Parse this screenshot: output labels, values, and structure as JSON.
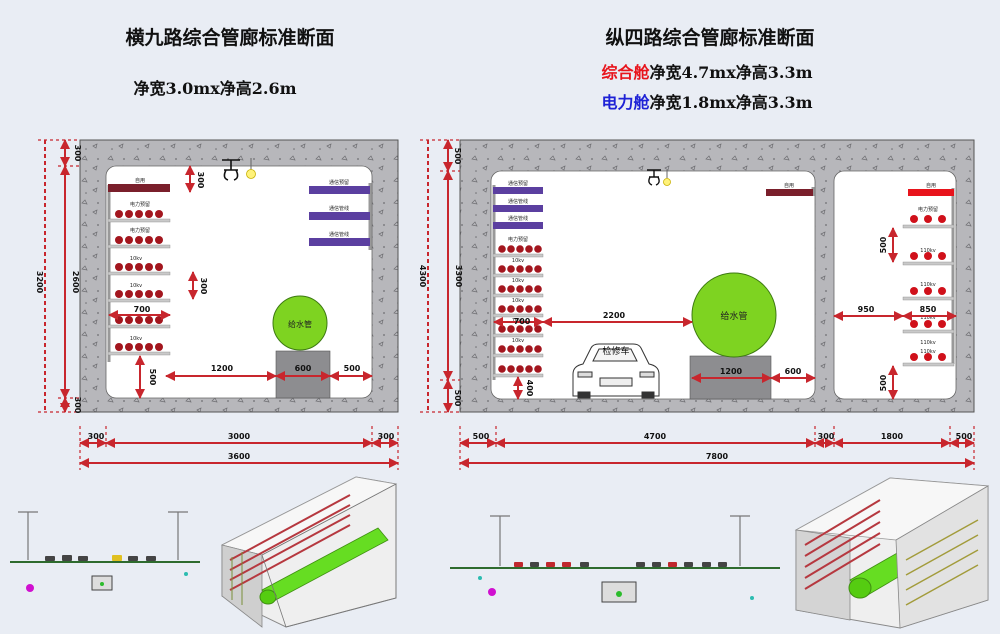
{
  "left": {
    "title": "横九路综合管廊标准断面",
    "subtitle": "净宽3.0mx净高2.6m",
    "dims": {
      "top_slab": "300",
      "bottom_slab": "300",
      "outer_height": "3200",
      "inner_height": "2600",
      "hook_drop": "300",
      "shelf_spacing": "300",
      "shelf_depth": "700",
      "bracket_height": "500",
      "aisle": "1200",
      "pedestal_width": "600",
      "pedestal_gap": "500",
      "wall_left": "300",
      "clear_width": "3000",
      "wall_right": "300",
      "total_width": "3600"
    },
    "labels": {
      "self_use": "自用",
      "power_reserve_1": "电力预留",
      "power_reserve_2": "电力预留",
      "cable_10kv_1": "10kv",
      "cable_10kv_2": "10kv",
      "cable_10kv_3": "10kv",
      "telecom_reserve": "通信预留",
      "telecom_line_1": "通信管线",
      "telecom_line_2": "通信管线",
      "water_pipe": "给水管"
    }
  },
  "right": {
    "title": "纵四路综合管廊标准断面",
    "line1_red": "综合舱",
    "line1_rest": "净宽4.7mx净高3.3m",
    "line2_blue": "电力舱",
    "line2_rest": "净宽1.8mx净高3.3m",
    "dims": {
      "top_slab": "500",
      "bottom_slab": "500",
      "outer_height": "4300",
      "inner_height": "3300",
      "shelf_depth": "700",
      "bracket_height": "400",
      "aisle": "2200",
      "pedestal_width": "1200",
      "pedestal_gap": "600",
      "power_aisle": "950",
      "power_shelf_depth": "850",
      "power_top_gap": "500",
      "power_bottom_gap": "500",
      "wall_left": "500",
      "main_width": "4700",
      "mid_wall": "300",
      "power_width": "1800",
      "wall_right": "500",
      "total_width": "7800"
    },
    "labels": {
      "telecom_reserve": "通信预留",
      "telecom_line_1": "通信管线",
      "telecom_line_2": "通信管线",
      "power_reserve": "电力预留",
      "cable_10kv_1": "10kv",
      "cable_10kv_2": "10kv",
      "cable_10kv_3": "10kv",
      "cable_10kv_4": "10kv",
      "cable_10kv_5": "10kv",
      "self_use_main": "自用",
      "water_pipe": "给水管",
      "vehicle": "检修车",
      "self_use_power": "自用",
      "power_reserve_2": "电力预留",
      "cable_110kv_1": "110kv",
      "cable_110kv_2": "110kv",
      "cable_110kv_3": "110kv",
      "cable_110kv_4": "110kv",
      "cable_110kv_5": "110kv"
    }
  },
  "colors": {
    "dimension": "#c8262d",
    "concrete": "#b7b7bb",
    "interior": "#ffffff",
    "water_pipe": "#7ed321",
    "cable": "#a3161e",
    "telecom": "#5b3fa0",
    "red_title": "#e8141c",
    "blue_title": "#1e22d6"
  }
}
